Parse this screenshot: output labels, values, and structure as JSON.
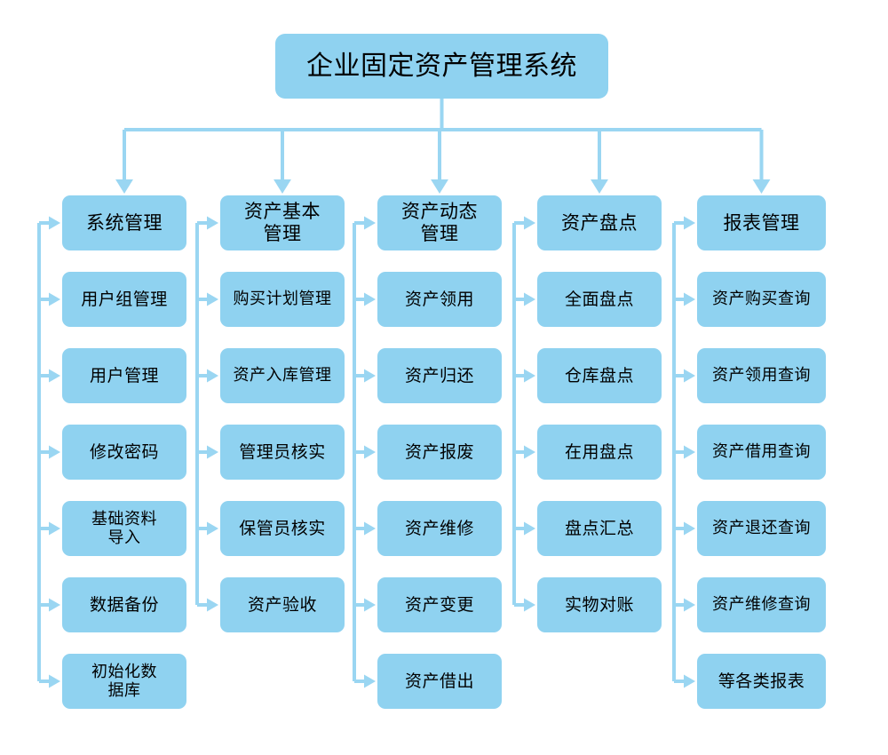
{
  "diagram": {
    "title": "企业固定资产管理系统",
    "accent_color": "#8fd2f0",
    "connector_color": "#9ad6f2",
    "text_color": "#000000",
    "background_color": "#ffffff",
    "type": "organizational-hierarchy"
  },
  "root": {
    "label": "企业固定资产管理系统"
  },
  "columns": [
    {
      "header": "系统管理",
      "items": [
        "用户组管理",
        "用户管理",
        "修改密码",
        "基础资料\n导入",
        "数据备份",
        "初始化数\n据库"
      ]
    },
    {
      "header": "资产基本\n管理",
      "items": [
        "购买计划管理",
        "资产入库管理",
        "管理员核实",
        "保管员核实",
        "资产验收"
      ]
    },
    {
      "header": "资产动态\n管理",
      "items": [
        "资产领用",
        "资产归还",
        "资产报废",
        "资产维修",
        "资产变更",
        "资产借出"
      ]
    },
    {
      "header": "资产盘点",
      "items": [
        "全面盘点",
        "仓库盘点",
        "在用盘点",
        "盘点汇总",
        "实物对账"
      ]
    },
    {
      "header": "报表管理",
      "items": [
        "资产购买查询",
        "资产领用查询",
        "资产借用查询",
        "资产退还查询",
        "资产维修查询",
        "等各类报表"
      ]
    }
  ]
}
